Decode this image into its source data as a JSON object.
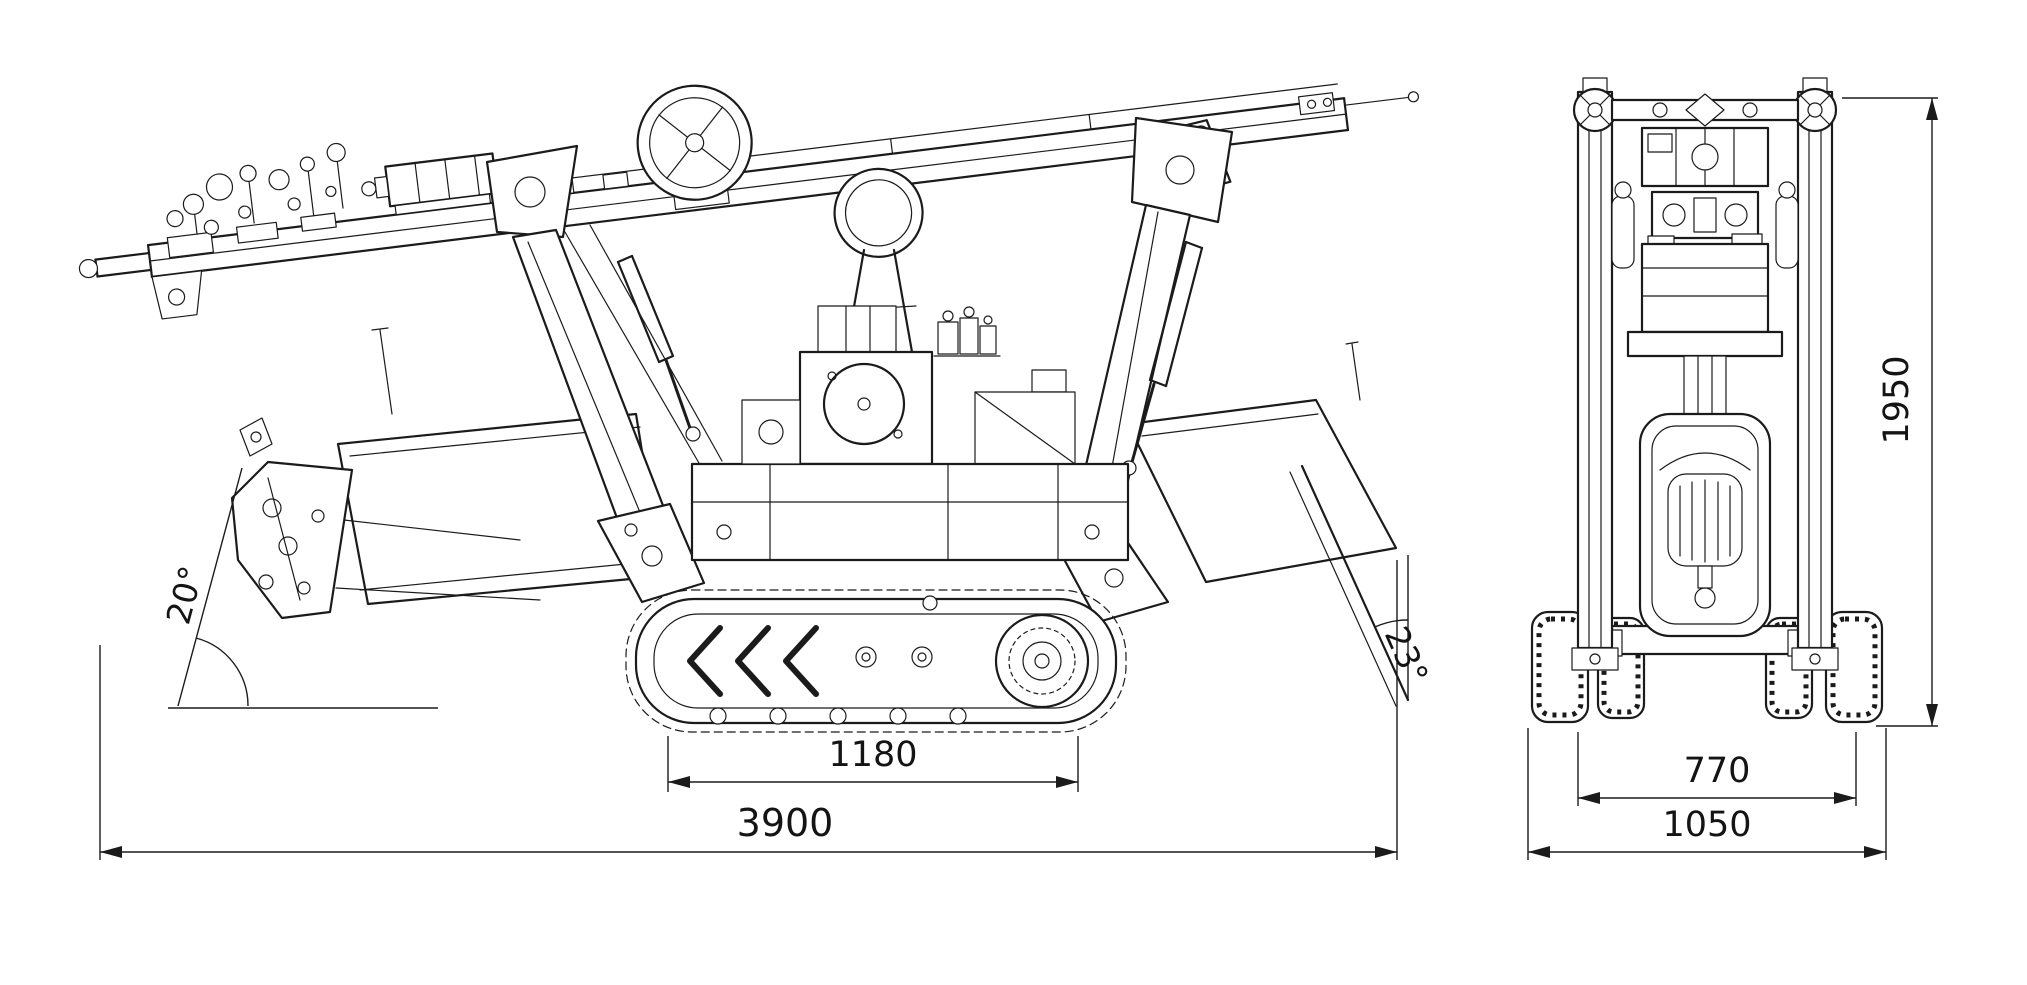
{
  "colors": {
    "ink": "#1b1b1b",
    "paper": "#ffffff"
  },
  "views": {
    "side": {
      "dimensions": {
        "front_tilt_angle": "20°",
        "rear_tilt_angle": "23°",
        "track_base": "1180",
        "overall_length": "3900"
      }
    },
    "front": {
      "dimensions": {
        "overall_height": "1950",
        "track_gauge": "770",
        "overall_width": "1050"
      }
    }
  }
}
